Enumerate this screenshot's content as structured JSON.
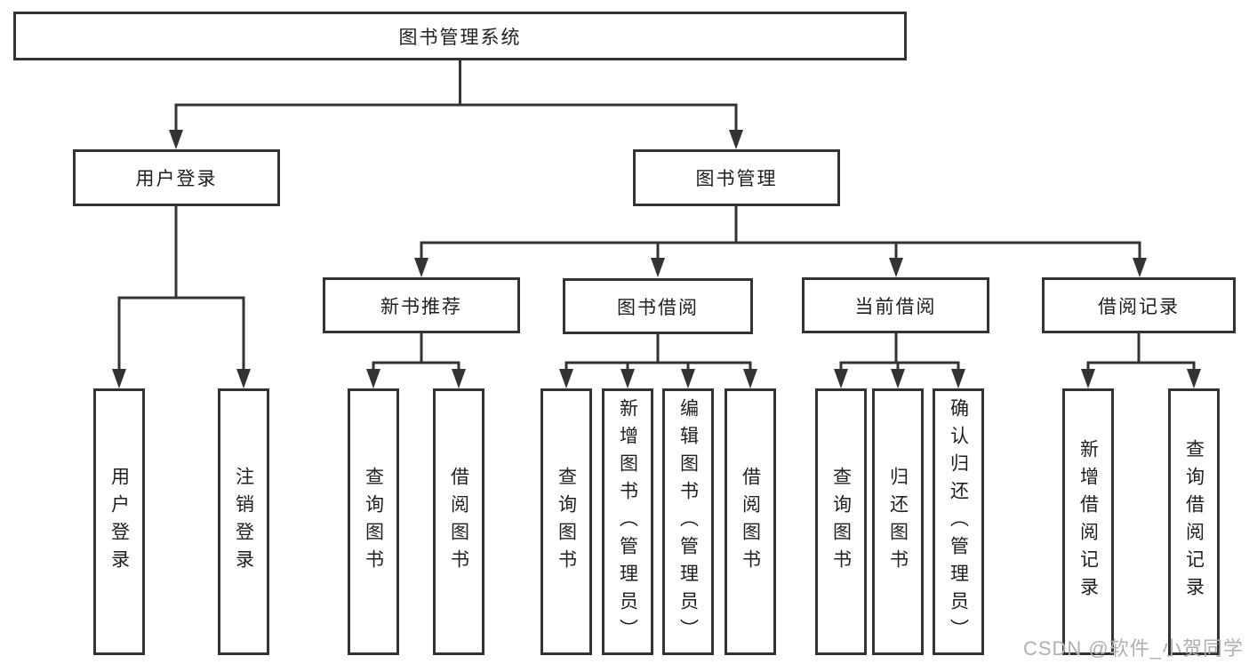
{
  "tree": {
    "root": {
      "label": "图书管理系统"
    },
    "branches": [
      {
        "label": "用户登录",
        "children": [
          {
            "label": "用户登录"
          },
          {
            "label": "注销登录"
          }
        ]
      },
      {
        "label": "图书管理",
        "children": [
          {
            "label": "新书推荐",
            "children": [
              {
                "label": "查询图书"
              },
              {
                "label": "借阅图书"
              }
            ]
          },
          {
            "label": "图书借阅",
            "children": [
              {
                "label": "查询图书"
              },
              {
                "label": "新增图书（管理员）"
              },
              {
                "label": "编辑图书（管理员）"
              },
              {
                "label": "借阅图书"
              }
            ]
          },
          {
            "label": "当前借阅",
            "children": [
              {
                "label": "查询图书"
              },
              {
                "label": "归还图书"
              },
              {
                "label": "确认归还（管理员）"
              }
            ]
          },
          {
            "label": "借阅记录",
            "children": [
              {
                "label": "新增借阅记录"
              },
              {
                "label": "查询借阅记录"
              }
            ]
          }
        ]
      }
    ]
  },
  "watermark": "CSDN @软件_小贺同学",
  "colors": {
    "line": "#333333",
    "text": "#1f1f1f",
    "wm": "#b0b0b0",
    "bg": "#ffffff"
  }
}
